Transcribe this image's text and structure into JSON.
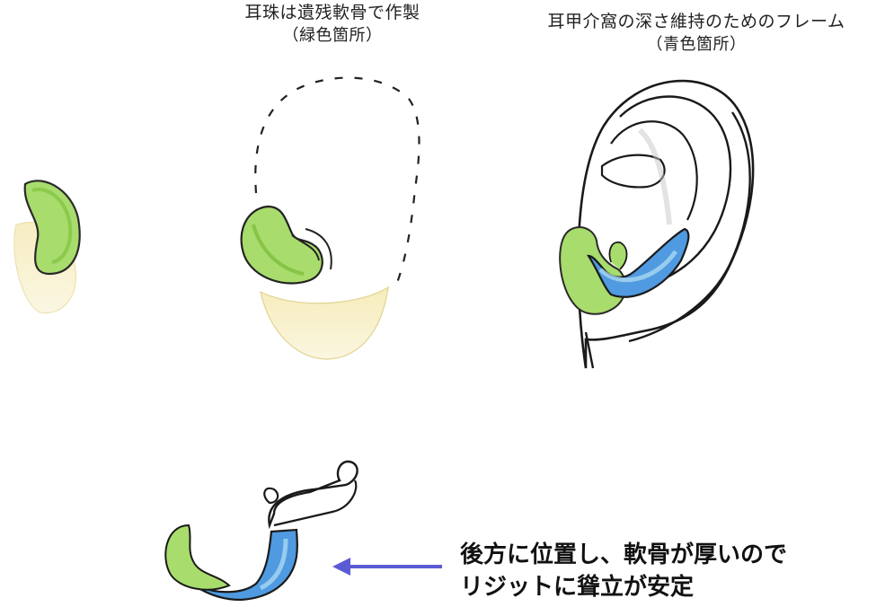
{
  "labels": {
    "tragus_title": "耳珠は遺残軟骨で作製",
    "tragus_sub": "（緑色箇所）",
    "frame_title": "耳甲介窩の深さ維持のためのフレーム",
    "frame_sub": "（青色箇所）"
  },
  "caption": {
    "line1": "後方に位置し、軟骨が厚いので",
    "line2": "リジットに聳立が安定"
  },
  "colors": {
    "green": "#8fd14f",
    "blue": "#3e8fd8",
    "yellow": "#f3e6a6",
    "arrow": "#5b5bd6",
    "outline": "#1a1a1a"
  }
}
